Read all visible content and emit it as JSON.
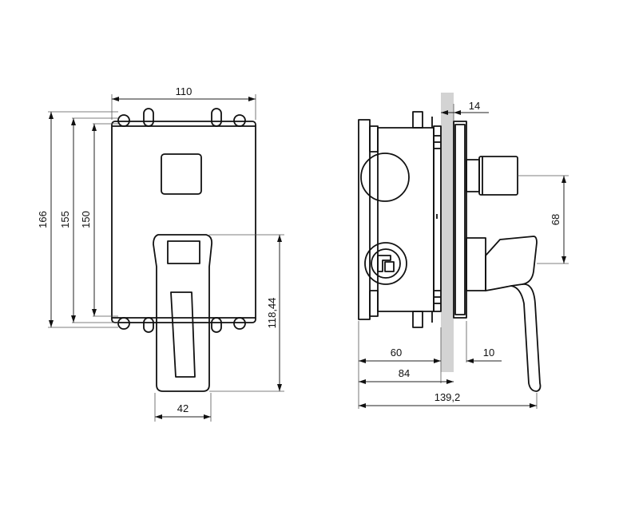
{
  "colors": {
    "line": "#111111",
    "wall": "#d3d3d3",
    "background": "#ffffff"
  },
  "front_view": {
    "width": "110",
    "height_outer": "166",
    "height_mid": "155",
    "height_inner": "150",
    "lever_drop": "118,44",
    "lever_width": "42"
  },
  "side_view": {
    "wall_thickness": "14",
    "handle_offset": "68",
    "body_depth": "60",
    "cover_projection": "10",
    "wall_depth": "84",
    "total_depth": "139,2"
  }
}
